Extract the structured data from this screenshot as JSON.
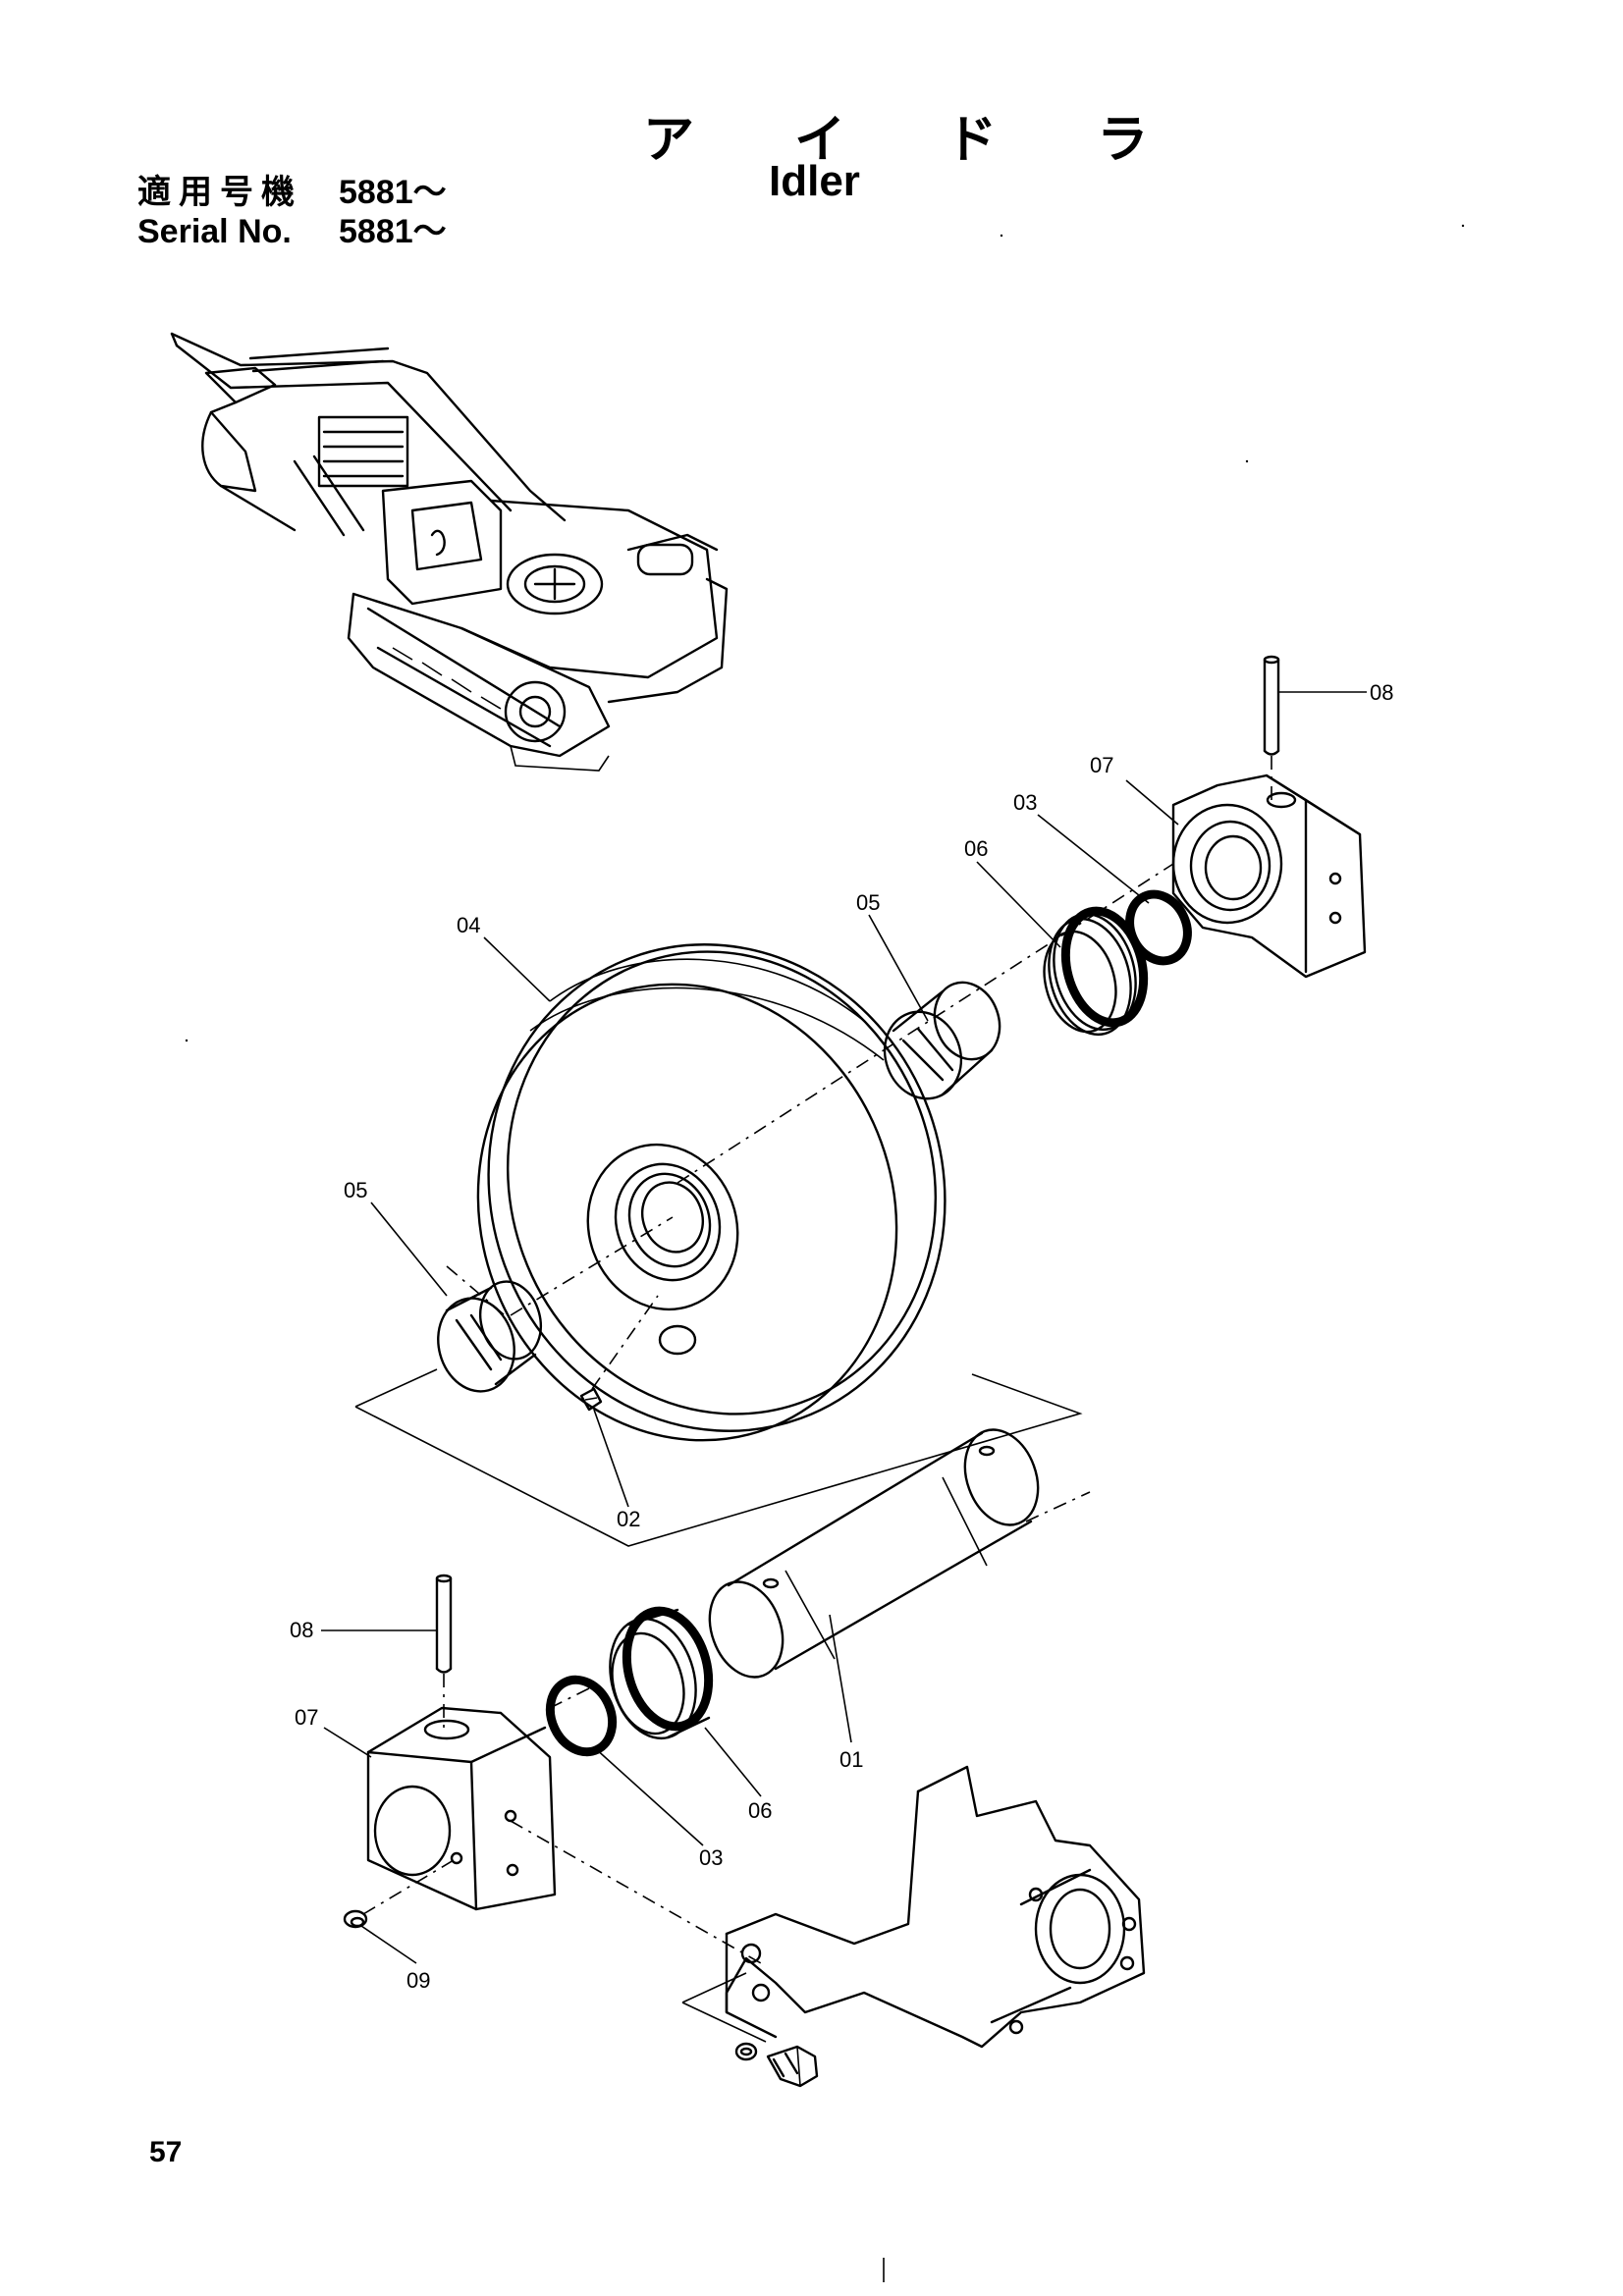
{
  "title_jp": "ア イ ド ラ",
  "title_en": "Idler",
  "serial": {
    "label_jp": "適用号機",
    "value_jp": "5881～",
    "label_en": "Serial No.",
    "value_en": "5881～"
  },
  "page_number": "57",
  "callouts": {
    "c01": "01",
    "c02": "02",
    "c03_top": "03",
    "c03_bottom": "03",
    "c04": "04",
    "c05_top": "05",
    "c05_left": "05",
    "c06_top": "06",
    "c06_bottom": "06",
    "c07_top": "07",
    "c07_bottom": "07",
    "c08_top": "08",
    "c08_bottom": "08",
    "c09": "09"
  }
}
